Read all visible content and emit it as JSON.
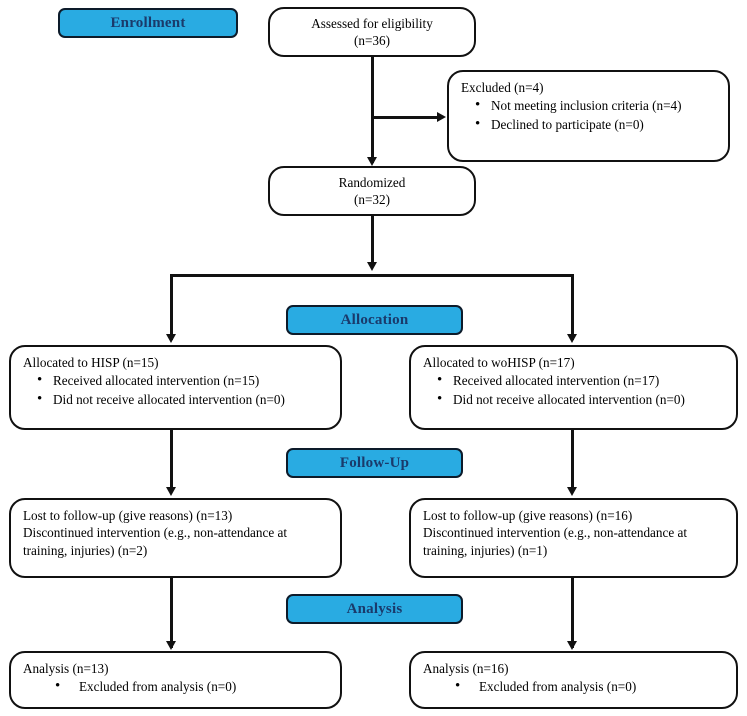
{
  "diagram": {
    "type": "consort-flow-diagram",
    "title": "CONSORT participant flow diagram",
    "accent_color": "#29ABE2",
    "banner_text_color": "#1a3a6b",
    "line_color": "#111111",
    "background_color": "#ffffff"
  },
  "stages": {
    "enrollment": "Enrollment",
    "allocation": "Allocation",
    "followup": "Follow-Up",
    "analysis": "Analysis"
  },
  "enrollment": {
    "assessed": {
      "line1": "Assessed for eligibility",
      "line2": "(n=36)"
    },
    "excluded": {
      "heading": "Excluded (n=4)",
      "bullets": [
        "Not meeting inclusion criteria (n=4)",
        "Declined to participate (n=0)"
      ]
    },
    "randomized": {
      "line1": "Randomized",
      "line2": "(n=32)"
    }
  },
  "allocation": {
    "left": {
      "heading": "Allocated to HISP (n=15)",
      "bullets": [
        "Received allocated intervention (n=15)",
        "Did not receive allocated intervention (n=0)"
      ]
    },
    "right": {
      "heading": "Allocated to woHISP (n=17)",
      "bullets": [
        "Received allocated intervention (n=17)",
        "Did not receive allocated intervention (n=0)"
      ]
    }
  },
  "followup": {
    "left": {
      "line1": "Lost to follow-up (give reasons) (n=13)",
      "line2": "Discontinued intervention (e.g., non-attendance at training, injuries) (n=2)"
    },
    "right": {
      "line1": "Lost to follow-up (give reasons) (n=16)",
      "line2": "Discontinued intervention (e.g., non-attendance at training, injuries) (n=1)"
    }
  },
  "analysis": {
    "left": {
      "heading": "Analysis (n=13)",
      "bullets": [
        "Excluded from analysis (n=0)"
      ]
    },
    "right": {
      "heading": "Analysis (n=16)",
      "bullets": [
        "Excluded from analysis (n=0)"
      ]
    }
  }
}
